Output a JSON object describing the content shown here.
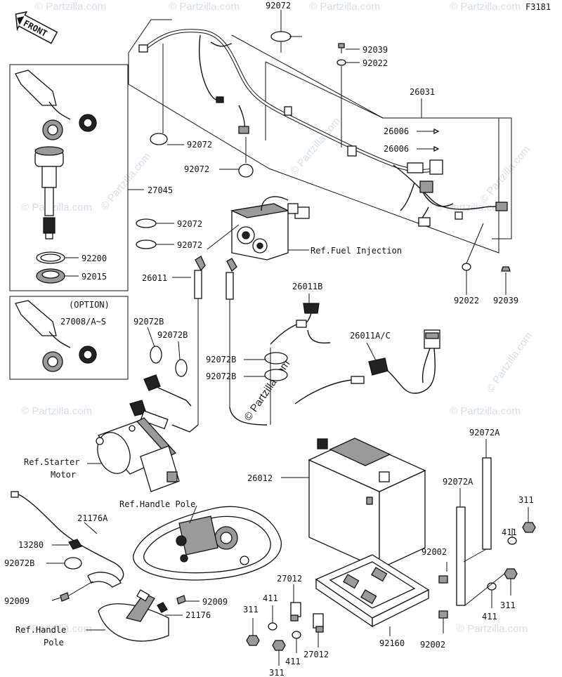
{
  "figure_id": "F3181",
  "front_label": "FRONT",
  "watermark": "© Partzilla.com",
  "watermark_main": "© Partzilla.com",
  "option_label": "(OPTION)",
  "labels": {
    "p92072_top": "92072",
    "p92039_top": "92039",
    "p92022_top": "92022",
    "p26031": "26031",
    "p26006_a": "26006",
    "p26006_b": "26006",
    "p92072_l1": "92072",
    "p92072_l2": "92072",
    "p27045": "27045",
    "p92072_l3": "92072",
    "p92072_l4": "92072",
    "ref_fuel": "Ref.Fuel Injection",
    "p92200": "92200",
    "p92015": "92015",
    "p26011": "26011",
    "p26011b": "26011B",
    "p92022_r": "92022",
    "p92039_r": "92039",
    "p27008": "27008/A~S",
    "p92072b_1": "92072B",
    "p92072b_2": "92072B",
    "p26011ac": "26011A/C",
    "p92072b_3": "92072B",
    "p92072b_4": "92072B",
    "ref_starter_1": "Ref.Starter",
    "ref_starter_2": "Motor",
    "p26012": "26012",
    "p92072a_1": "92072A",
    "p92072a_2": "92072A",
    "ref_handle_pole_top": "Ref.Handle Pole",
    "p21176a": "21176A",
    "p311_r1": "311",
    "p411_r1": "411",
    "p13280": "13280",
    "p92072b_5": "92072B",
    "p92002_1": "92002",
    "p27012_1": "27012",
    "p92009_l": "92009",
    "p92009_r": "92009",
    "p411_m1": "411",
    "p311_r2": "311",
    "p21176": "21176",
    "p311_m1": "311",
    "p411_r2": "411",
    "ref_handle_pole_1": "Ref.Handle",
    "ref_handle_pole_2": "Pole",
    "p27012_2": "27012",
    "p92160": "92160",
    "p92002_2": "92002",
    "p411_m2": "411",
    "p311_m2": "311"
  }
}
